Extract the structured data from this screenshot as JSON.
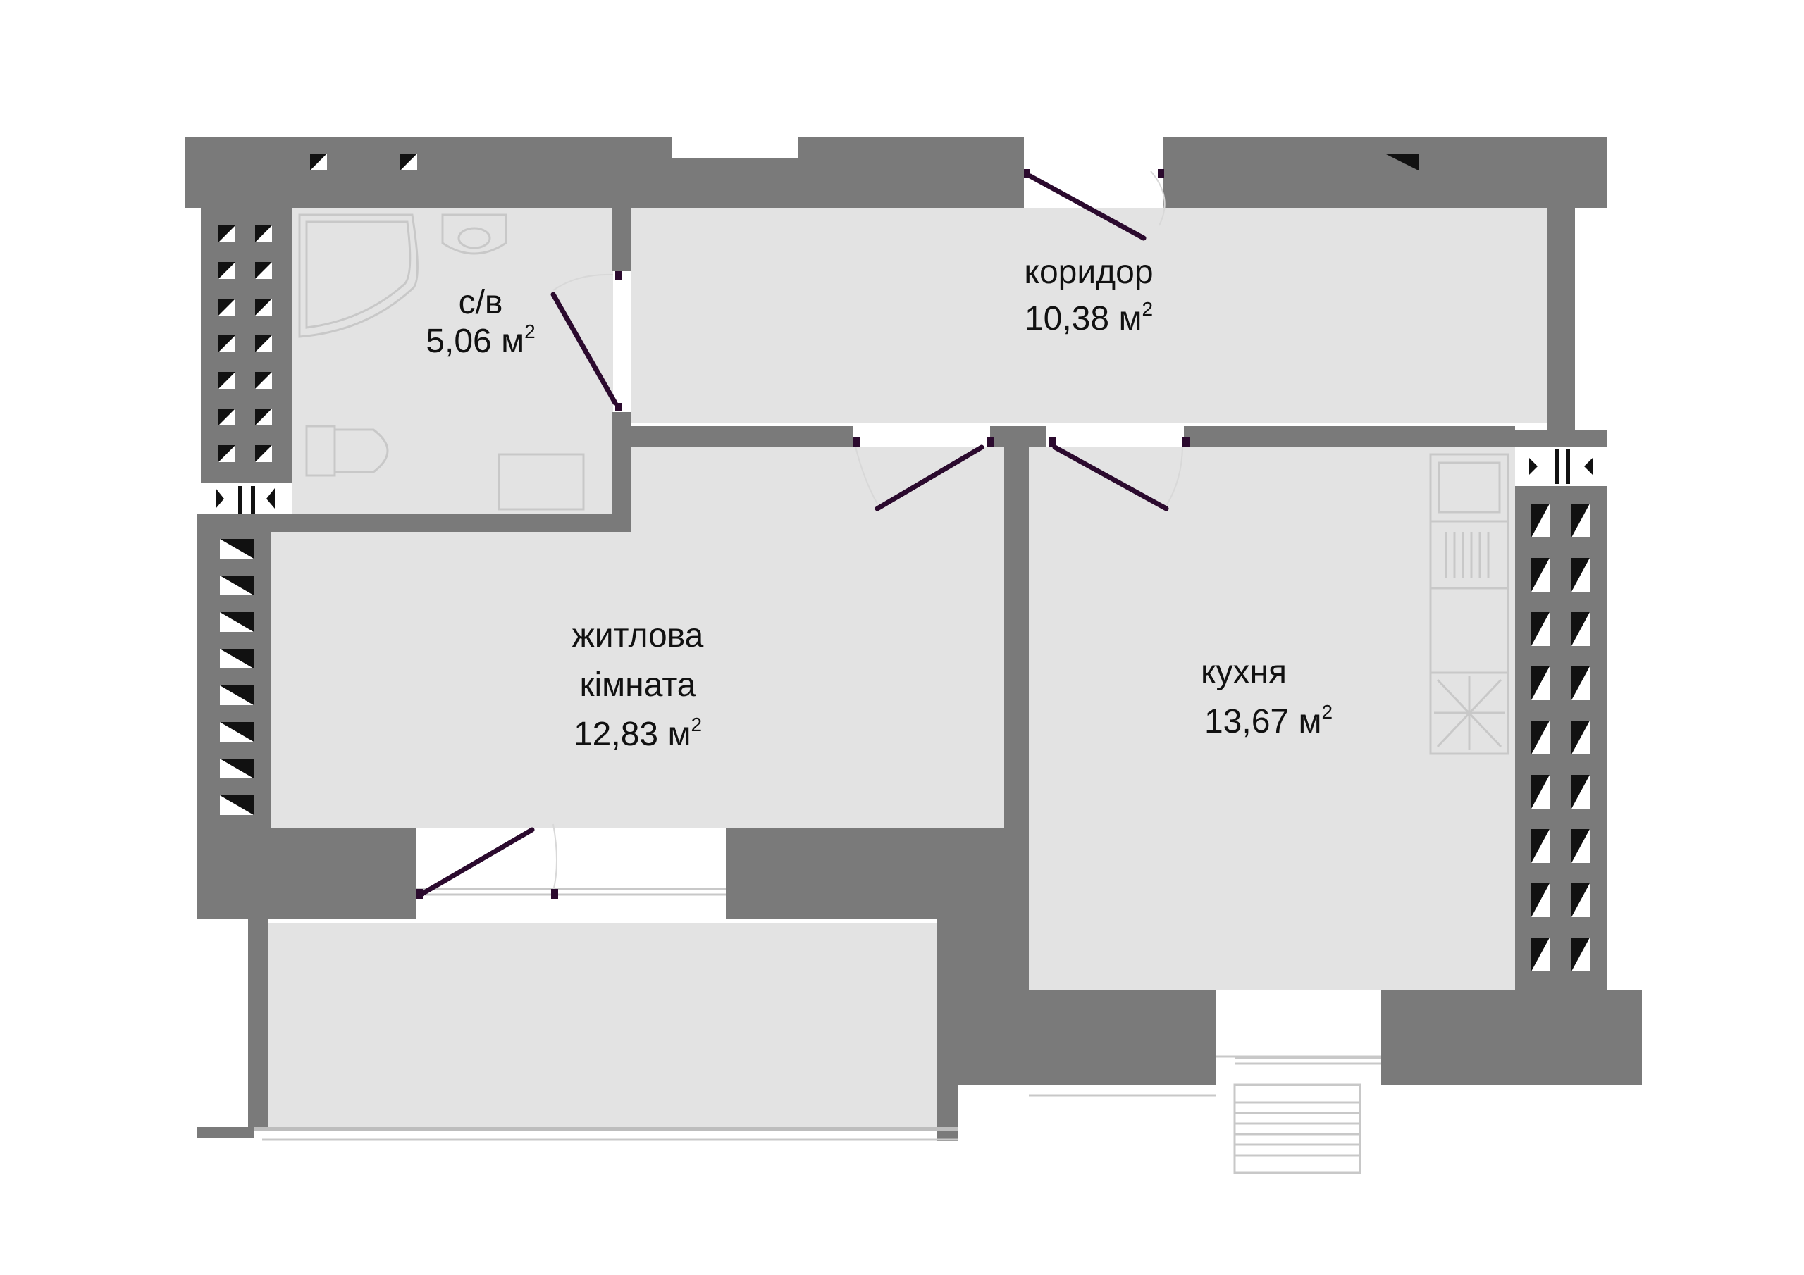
{
  "rooms": {
    "bathroom": {
      "name": "с/в",
      "area": "5,06 м",
      "unit_power": "2"
    },
    "corridor": {
      "name": "коридор",
      "area": "10,38 м",
      "unit_power": "2"
    },
    "living": {
      "name_line1": "житлова",
      "name_line2": "кімната",
      "area": "12,83 м",
      "unit_power": "2"
    },
    "kitchen": {
      "name": "кухня",
      "area": "13,67 м",
      "unit_power": "2"
    }
  },
  "colors": {
    "wall": "#7a7a7a",
    "floor": "#e3e3e3",
    "door": "#2b0a2e",
    "fixture_line": "#c8c8c8",
    "vent_dark": "#111111"
  }
}
